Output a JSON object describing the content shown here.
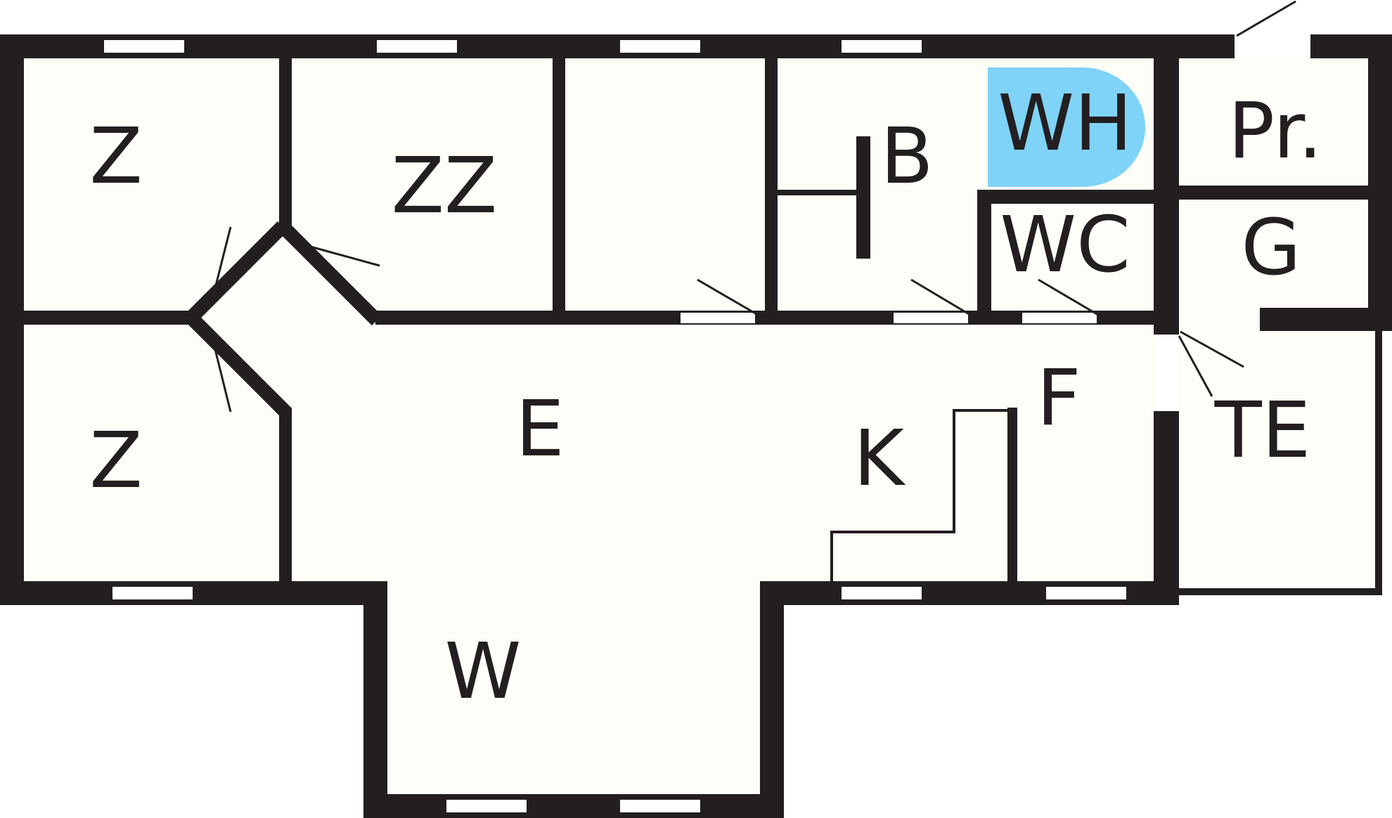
{
  "colors": {
    "background": "#ffffff",
    "floor": "#fdfef8",
    "wall": "#231f20",
    "window": "#ffffff",
    "highlight": "#7fd3f7"
  },
  "rooms": {
    "z_top": "Z",
    "zz": "ZZ",
    "b": "B",
    "wh": "WH",
    "pr": "Pr.",
    "wc": "WC",
    "g": "G",
    "z_bottom": "Z",
    "e": "E",
    "f": "F",
    "k": "K",
    "te": "TE",
    "w": "W"
  },
  "highlighted_room": "WH"
}
